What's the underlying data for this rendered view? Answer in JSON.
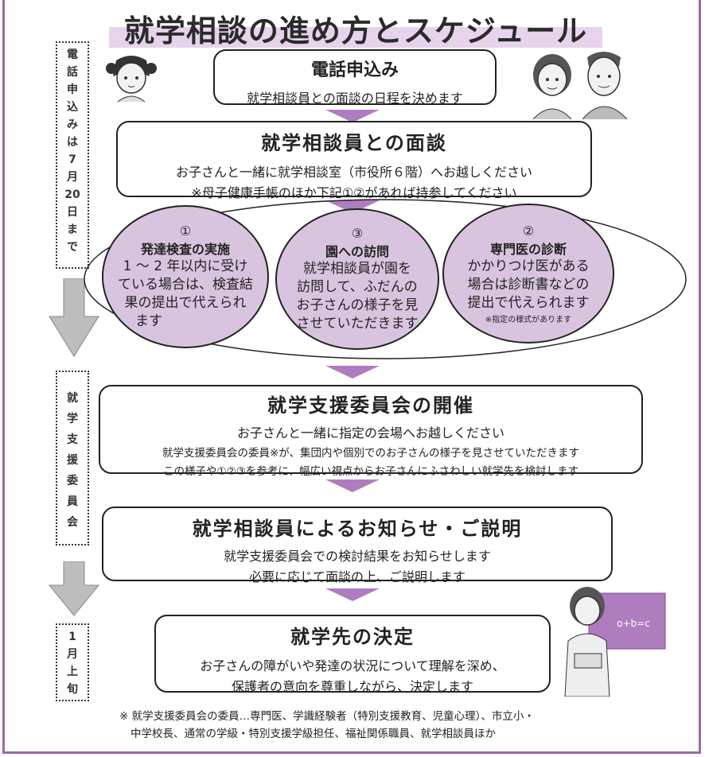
{
  "title": "就学相談の進め方とスケジュール",
  "side_labels": {
    "phone": [
      "電",
      "話",
      "申",
      "込",
      "み",
      "は",
      "7",
      "月",
      "20",
      "日",
      "ま",
      "で"
    ],
    "committee": [
      "就",
      "学",
      "支",
      "援",
      "委",
      "員",
      "会"
    ],
    "january": [
      "1",
      "月",
      "上",
      "旬"
    ]
  },
  "steps": {
    "phone_apply": {
      "heading": "電話申込み",
      "body": "就学相談員との面談の日程を決めます"
    },
    "interview": {
      "heading": "就学相談員との面談",
      "line1": "お子さんと一緒に就学相談室（市役所６階）へお越しください",
      "line2": "※母子健康手帳のほか下記①②があれば持参してください"
    },
    "committee_meeting": {
      "heading": "就学支援委員会の開催",
      "line1": "お子さんと一緒に指定の会場へお越しください",
      "line2": "就学支援委員会の委員※が、集団内や個別でのお子さんの様子を見させていただきます",
      "line3": "この様子や①②③を参考に、幅広い視点からお子さんにふさわしい就学先を検討します"
    },
    "notification": {
      "heading": "就学相談員によるお知らせ・ご説明",
      "line1": "就学支援委員会での検討結果をお知らせします",
      "line2": "必要に応じて面談の上、ご説明します"
    },
    "decision": {
      "heading": "就学先の決定",
      "line1": "お子さんの障がいや発達の状況について理解を深め、",
      "line2": "保護者の意向を尊重しながら、決定します"
    }
  },
  "circles": {
    "c1": {
      "num": "①",
      "heading": "発達検査の実施",
      "body": [
        "1 ～ 2 年以内に受け",
        "ている場合は、検査結",
        "果の提出で代えられ",
        "ます"
      ]
    },
    "c3": {
      "num": "③",
      "heading": "園への訪問",
      "body": [
        "就学相談員が園を",
        "訪問して、ふだんの",
        "お子さんの様子を見",
        "させていただきます"
      ]
    },
    "c2": {
      "num": "②",
      "heading": "専門医の診断",
      "body": [
        "かかりつけ医がある",
        "場合は診断書などの",
        "提出で代えられます"
      ],
      "note": "※指定の様式があります"
    }
  },
  "footnote": {
    "line1": "※ 就学支援委員会の委員…専門医、学識経験者（特別支援教育、児童心理）、市立小・",
    "line2": "中学校長、通常の学級・特別支援学級担任、福祉関係職員、就学相談員ほか"
  },
  "teacher_board": "o+b=c",
  "colors": {
    "accent": "#b07cc0",
    "circle_fill": "#d9c4df",
    "title_band": "#e7d3ec",
    "frame": "#9b6aa8",
    "board": "#b07cc0"
  }
}
